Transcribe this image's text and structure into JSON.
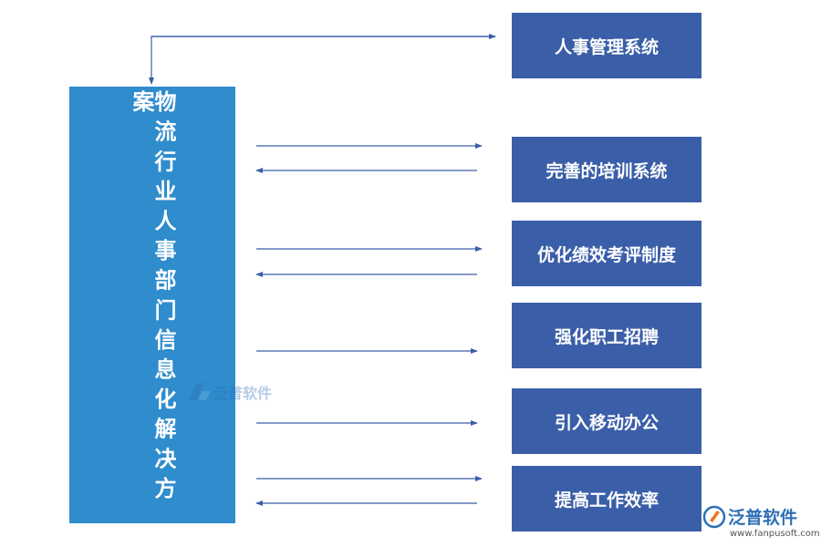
{
  "main": {
    "title": "物流行业人事部门信息化解决方案"
  },
  "boxes": [
    {
      "label": "人事管理系统"
    },
    {
      "label": "完善的培训系统"
    },
    {
      "label": "优化绩效考评制度"
    },
    {
      "label": "强化职工招聘"
    },
    {
      "label": "引入移动办公"
    },
    {
      "label": "提高工作效率"
    }
  ],
  "watermark": {
    "center_text": "泛普软件",
    "corner_name": "泛普软件",
    "corner_url": "www.fanpusoft.com"
  },
  "colors": {
    "main_box": "#2f8ccd",
    "item_box": "#3b5ea8",
    "arrow": "#3b5ea8"
  }
}
